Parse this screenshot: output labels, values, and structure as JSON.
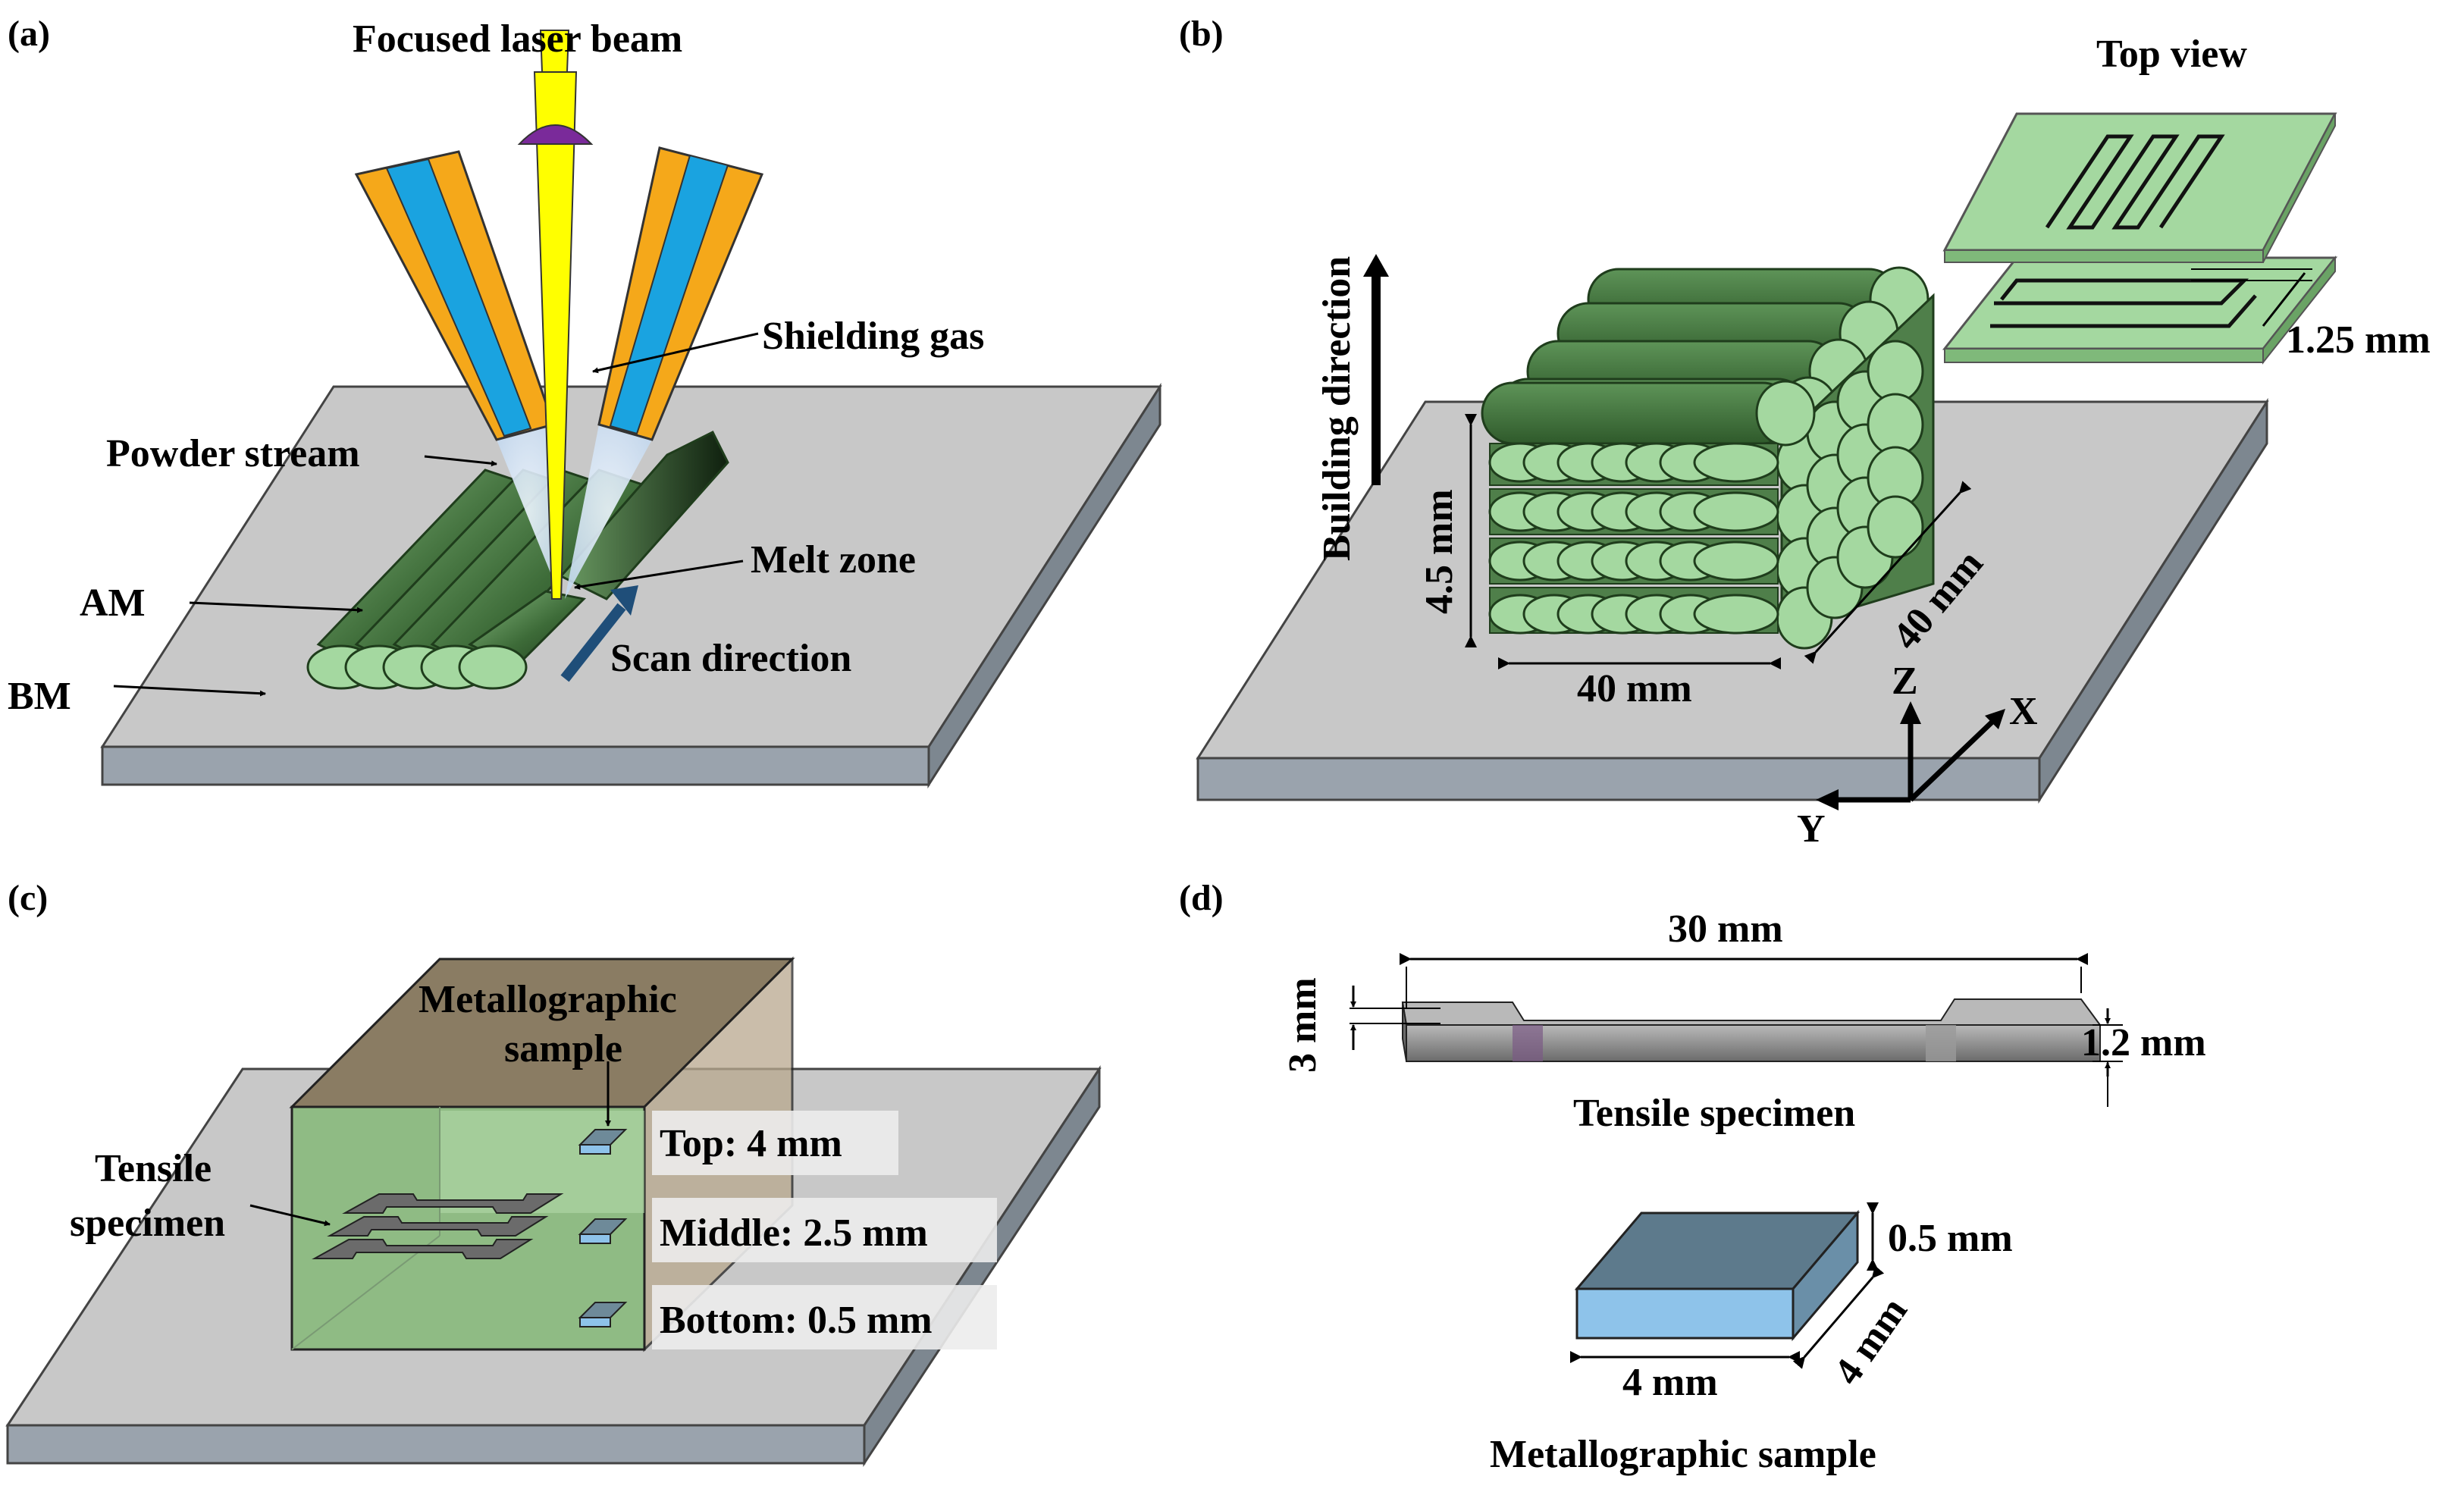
{
  "panels": {
    "a": {
      "label": "(a)",
      "focused_laser_beam": "Focused laser beam",
      "shielding_gas": "Shielding gas",
      "powder_stream": "Powder stream",
      "melt_zone": "Melt zone",
      "am": "AM",
      "bm": "BM",
      "scan_direction": "Scan direction"
    },
    "b": {
      "label": "(b)",
      "top_view": "Top view",
      "building_direction": "Building direction",
      "hatch_spacing": "1.25 mm",
      "height": "4.5 mm",
      "width": "40 mm",
      "depth": "40 mm",
      "axis_z": "Z",
      "axis_x": "X",
      "axis_y": "Y"
    },
    "c": {
      "label": "(c)",
      "metallographic_sample_line1": "Metallographic",
      "metallographic_sample_line2": "sample",
      "tensile_specimen_line1": "Tensile",
      "tensile_specimen_line2": "specimen",
      "top": "Top: 4 mm",
      "middle": "Middle: 2.5 mm",
      "bottom": "Bottom: 0.5 mm"
    },
    "d": {
      "label": "(d)",
      "length": "30 mm",
      "width": "3 mm",
      "thickness": "1.2 mm",
      "tensile_specimen": "Tensile specimen",
      "sample_thickness": "0.5 mm",
      "sample_width": "4 mm",
      "sample_depth": "4 mm",
      "metallographic_sample": "Metallographic sample"
    }
  },
  "colors": {
    "plate_top": "#c8c8c8",
    "plate_side": "#9aa3ad",
    "bead_light": "#a4d8a0",
    "bead_dark": "#4f7f4a",
    "nozzle_orange": "#f5a81a",
    "nozzle_blue": "#1aa3e0",
    "laser_yellow": "#ffff00",
    "lens_purple": "#7a2a9a",
    "arrow_blue": "#1f4e79",
    "green_face": "#8fbb84",
    "brown_face": "#8a7c63",
    "sample_blue": "#8ec3ea",
    "sample_top": "#5d7a8c"
  }
}
